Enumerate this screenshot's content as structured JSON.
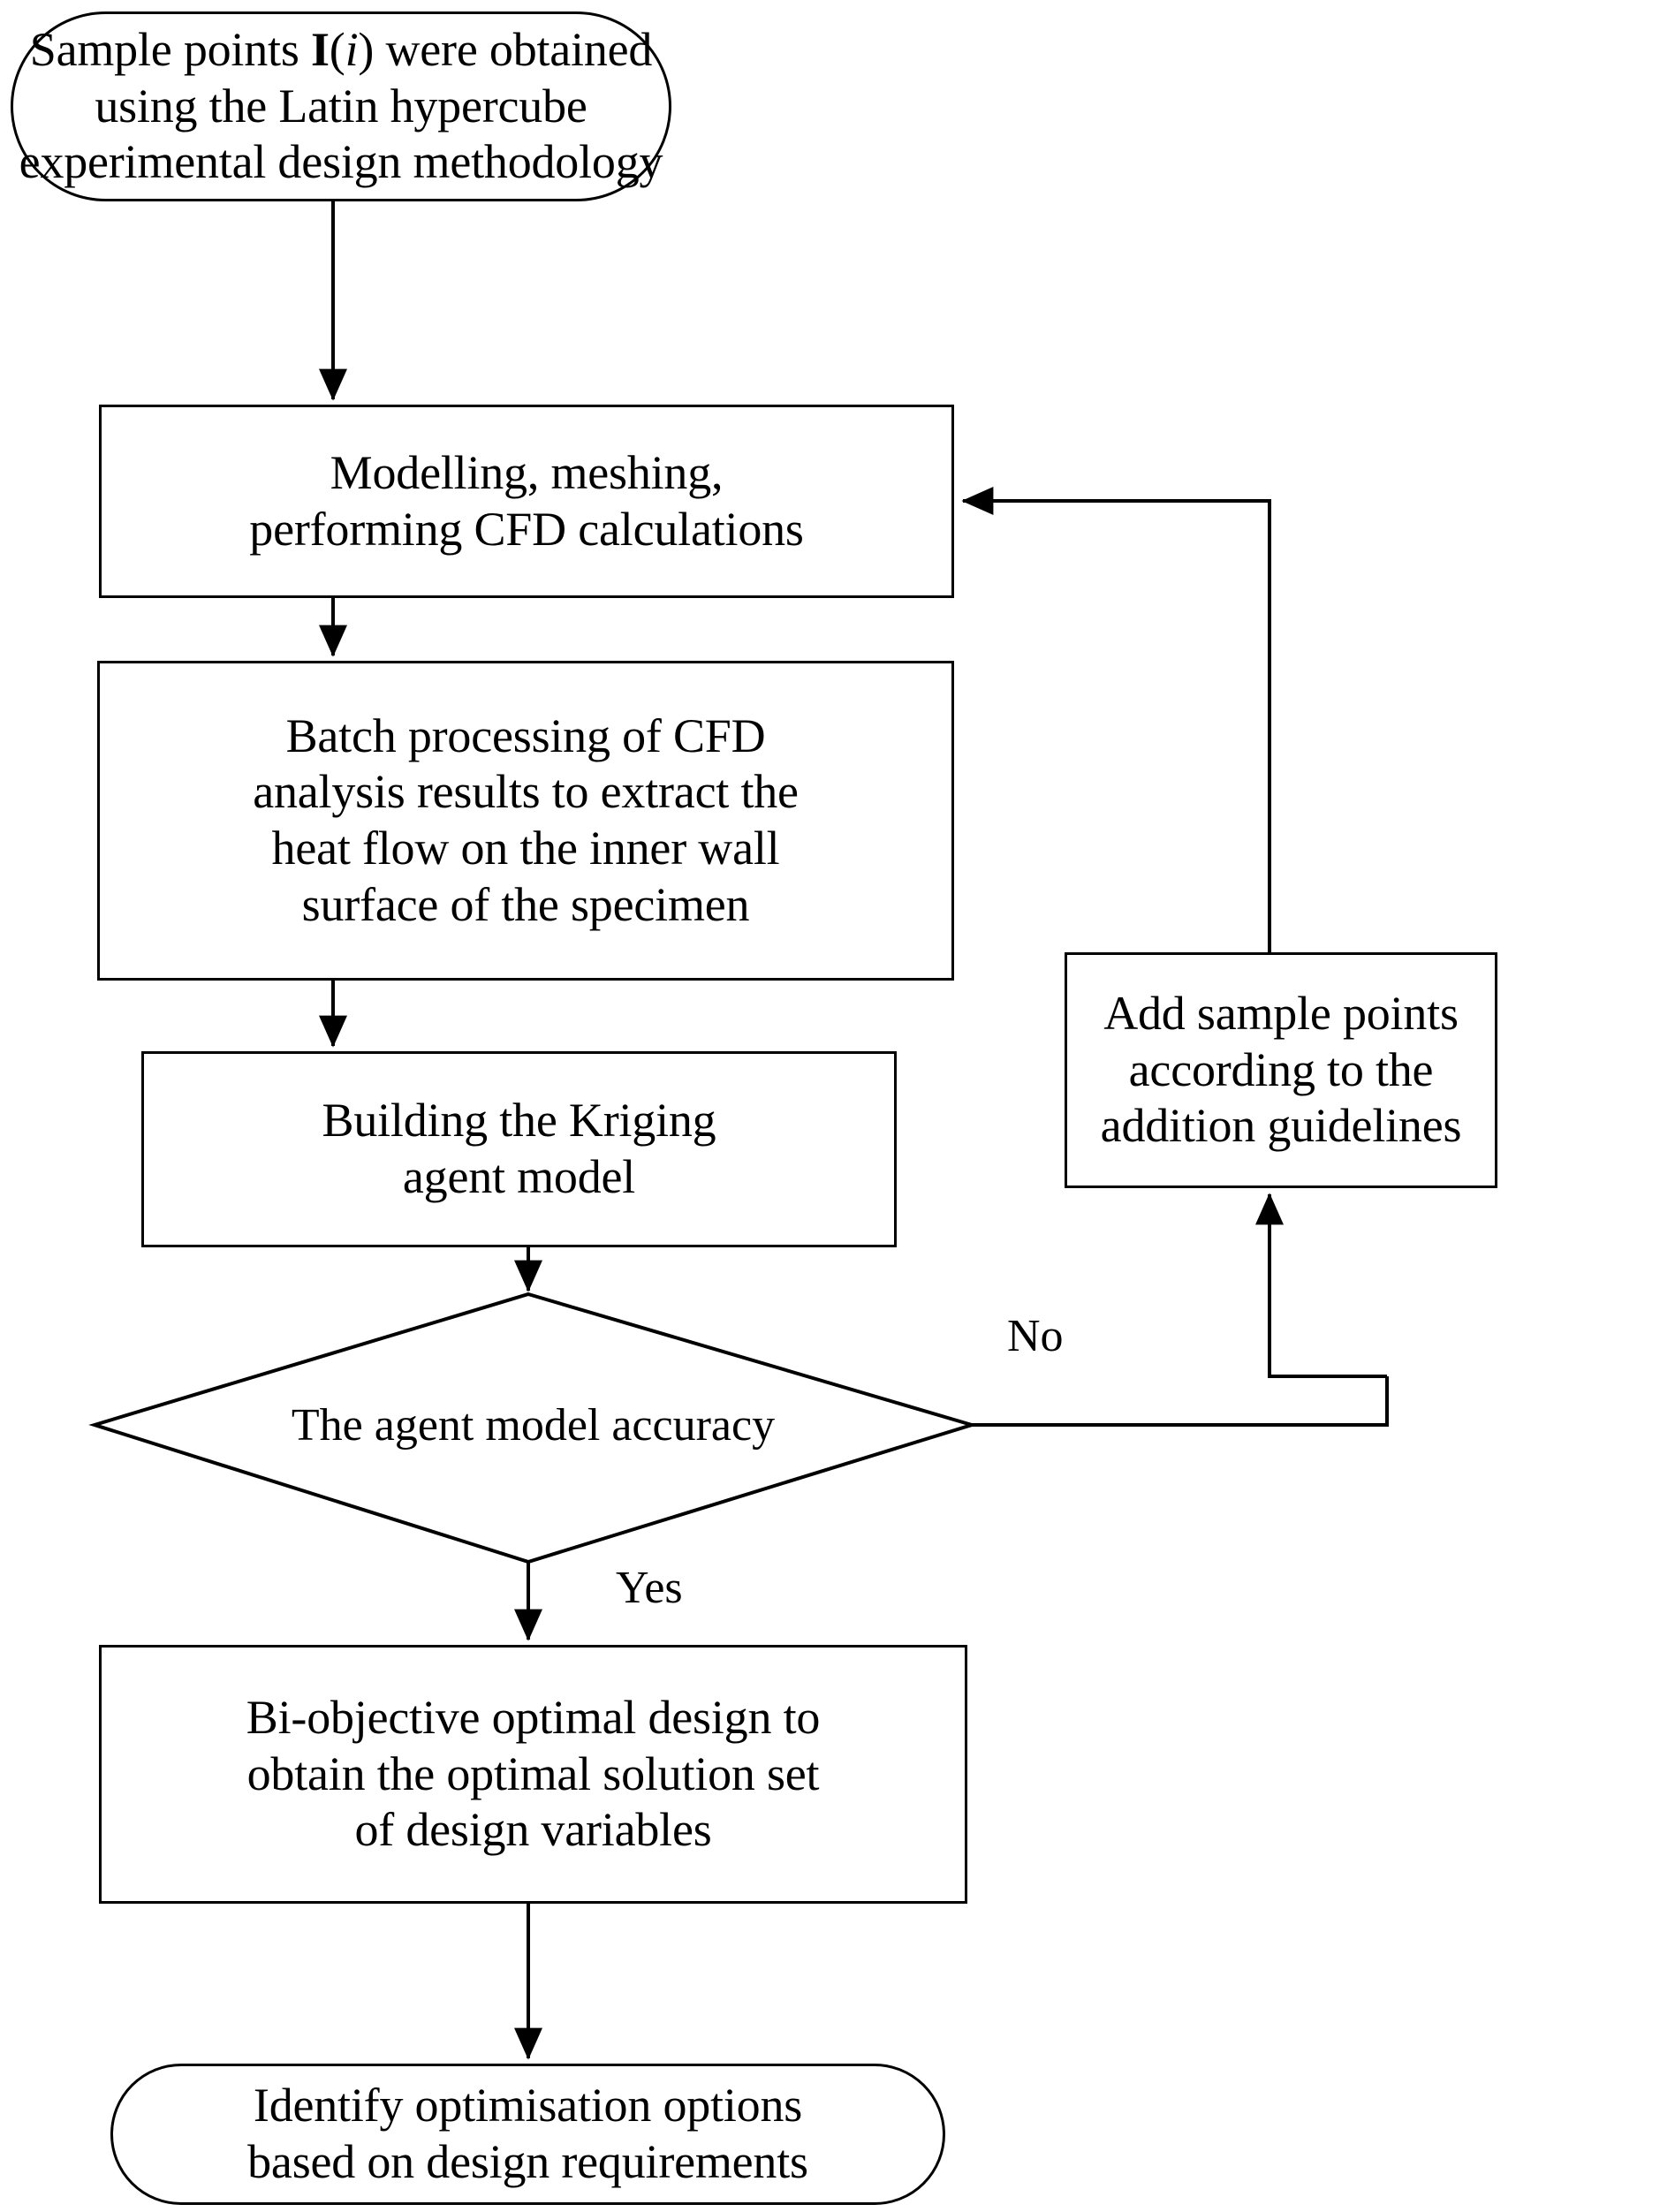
{
  "diagram": {
    "type": "flowchart",
    "title": "Kriging-based bi-objective optimisation workflow",
    "orientation": "top-to-bottom",
    "line_color": "#000000",
    "fill_color": "#ffffff",
    "text_color": "#000000"
  },
  "nodes": {
    "start": {
      "shape": "stadium",
      "lines": [
        "Sample points I(i) were obtained",
        "using the Latin hypercube",
        "experimental design methodology"
      ],
      "line1_pre": "Sample points ",
      "line1_bold": "I",
      "line1_mid": "(",
      "line1_ital": "i",
      "line1_post": ") were obtained"
    },
    "modelling": {
      "shape": "rectangle",
      "lines": [
        "Modelling, meshing,",
        "performing CFD calculations"
      ]
    },
    "batch": {
      "shape": "rectangle",
      "lines": [
        "Batch processing of CFD",
        "analysis results to extract the",
        "heat flow on the inner wall",
        "surface of the specimen"
      ]
    },
    "kriging": {
      "shape": "rectangle",
      "lines": [
        "Building the Kriging",
        "agent model"
      ]
    },
    "decision": {
      "shape": "diamond",
      "lines": [
        "The agent model accuracy"
      ]
    },
    "add_points": {
      "shape": "rectangle",
      "lines": [
        "Add sample points",
        "according to the",
        "addition guidelines"
      ]
    },
    "bi_objective": {
      "shape": "rectangle",
      "lines": [
        "Bi-objective optimal design to",
        "obtain the optimal solution set",
        "of design variables"
      ]
    },
    "end": {
      "shape": "stadium",
      "lines": [
        "Identify optimisation options",
        "based on design requirements"
      ]
    }
  },
  "edge_labels": {
    "no": "No",
    "yes": "Yes"
  }
}
